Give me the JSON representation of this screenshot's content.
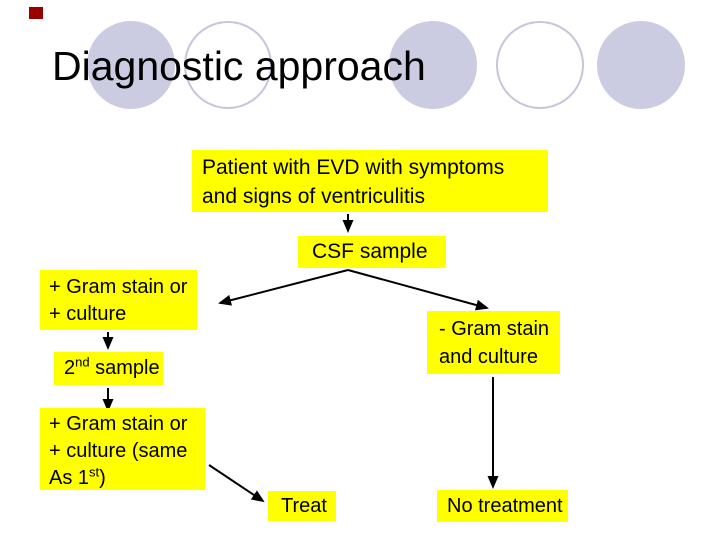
{
  "slide": {
    "title": "Diagnostic approach"
  },
  "colors": {
    "box_fill": "#ffff00",
    "accent_rect": "#990000",
    "circle_fill": "#cbcbe2",
    "circle_outline": "#c5c5dc",
    "text": "#000000"
  },
  "decorations": {
    "circles": [
      "filled",
      "outlined",
      "filled",
      "outlined",
      "filled"
    ]
  },
  "flowchart": {
    "patient_box": {
      "line1": "Patient with EVD with symptoms",
      "line2": "and signs of ventriculitis"
    },
    "csf_box": {
      "label": "CSF sample"
    },
    "gram_pos_box": {
      "line1": "+ Gram stain or",
      "line2": "+ culture"
    },
    "second_sample_box": {
      "prefix": "2",
      "superscript": "nd",
      "suffix": " sample"
    },
    "gram_pos2_box": {
      "line1": "+ Gram stain or",
      "line2": "+ culture (same",
      "line3_prefix": "As 1",
      "line3_superscript": "st",
      "line3_suffix": ")"
    },
    "gram_neg_box": {
      "line1": "- Gram stain",
      "line2": "and culture"
    },
    "treat_box": {
      "label": "Treat"
    },
    "no_treatment_box": {
      "label": "No treatment"
    }
  }
}
